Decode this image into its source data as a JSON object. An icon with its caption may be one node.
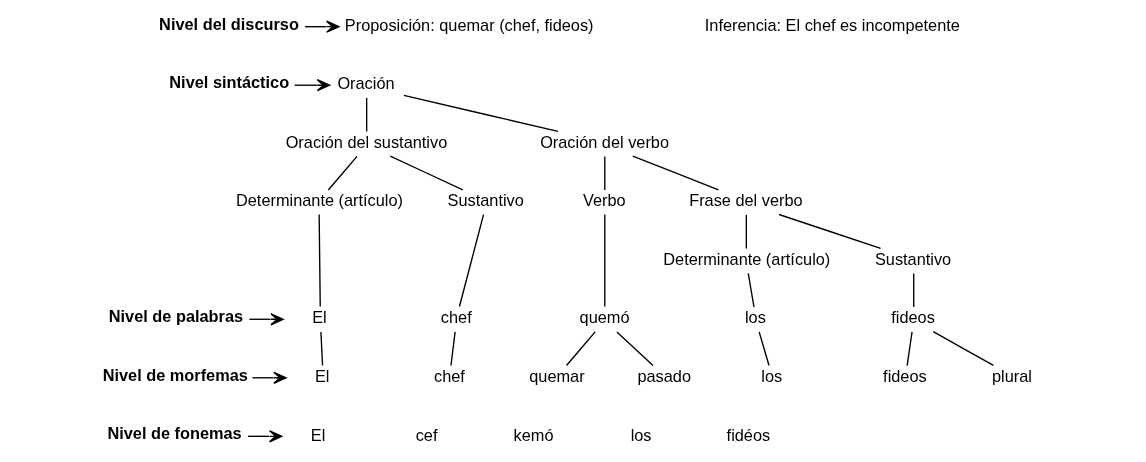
{
  "diagram": {
    "nodes": [
      {
        "text": [
          "Nivel del discurso"
        ]
      },
      {
        "text": [
          "Proposición: quemar (chef, fideos)"
        ]
      },
      {
        "text": [
          "Nivel sintáctico"
        ]
      },
      {
        "text": [
          "Oración"
        ]
      },
      {
        "text": [
          "Oración del sustantivo"
        ]
      },
      {
        "text": [
          "Oración del verbo"
        ]
      },
      {
        "text": [
          "Determinante (artículo)"
        ]
      },
      {
        "text": [
          "Sustantivo"
        ]
      },
      {
        "text": [
          "Verbo"
        ]
      },
      {
        "text": [
          "Frase del verbo"
        ]
      },
      {
        "text": [
          "Determinante (artículo)"
        ]
      },
      {
        "text": [
          "Sustantivo"
        ]
      },
      {
        "text": [
          "Nivel de palabras"
        ]
      },
      {
        "text": [
          "El"
        ]
      },
      {
        "text": [
          "chef"
        ]
      },
      {
        "text": [
          "quemó"
        ]
      },
      {
        "text": [
          "los"
        ]
      },
      {
        "text": [
          "fideos"
        ]
      },
      {
        "text": [
          "Nivel de morfemas"
        ]
      },
      {
        "text": [
          "El"
        ]
      },
      {
        "text": [
          "chef"
        ]
      },
      {
        "text": [
          "quemar"
        ]
      },
      {
        "text": [
          "pasado"
        ]
      },
      {
        "text": [
          "los"
        ]
      },
      {
        "text": [
          "fideos"
        ]
      },
      {
        "text": [
          "plural"
        ]
      },
      {
        "text": [
          "Nivel de fonemas"
        ]
      },
      {
        "text": [
          "El"
        ]
      },
      {
        "text": [
          "cef"
        ]
      },
      {
        "text": [
          "kemó"
        ]
      },
      {
        "text": [
          "los"
        ]
      },
      {
        "text": [
          "fidéos"
        ]
      }
    ],
    "edges": [
      {
        "from": 0,
        "to": 1,
        "arrow": "to"
      },
      {
        "from": 2,
        "to": 3,
        "arrow": "to"
      },
      {
        "from": 3,
        "to": 4,
        "arrow": "none"
      },
      {
        "from": 3,
        "to": 5,
        "arrow": "none"
      },
      {
        "from": 4,
        "to": 6,
        "arrow": "none"
      },
      {
        "from": 4,
        "to": 7,
        "arrow": "none"
      },
      {
        "from": 5,
        "to": 8,
        "arrow": "none"
      },
      {
        "from": 5,
        "to": 9,
        "arrow": "none"
      },
      {
        "from": 9,
        "to": 10,
        "arrow": "none"
      },
      {
        "from": 9,
        "to": 11,
        "arrow": "none"
      },
      {
        "from": 6,
        "to": 13,
        "arrow": "none"
      },
      {
        "from": 7,
        "to": 14,
        "arrow": "none"
      },
      {
        "from": 8,
        "to": 15,
        "arrow": "none"
      },
      {
        "from": 10,
        "to": 16,
        "arrow": "none"
      },
      {
        "from": 11,
        "to": 17,
        "arrow": "none"
      },
      {
        "from": 12,
        "to": 13,
        "arrow": "to"
      },
      {
        "from": 13,
        "to": 19,
        "arrow": "none"
      },
      {
        "from": 14,
        "to": 20,
        "arrow": "none"
      },
      {
        "from": 15,
        "to": 21,
        "arrow": "none"
      },
      {
        "from": 15,
        "to": 22,
        "arrow": "none"
      },
      {
        "from": 16,
        "to": 23,
        "arrow": "none"
      },
      {
        "from": 17,
        "to": 24,
        "arrow": "none"
      },
      {
        "from": 17,
        "to": 25,
        "arrow": "none"
      },
      {
        "from": 18,
        "to": 19,
        "arrow": "to"
      },
      {
        "from": 26,
        "to": 27,
        "arrow": "to"
      }
    ],
    "labels": [
      "Inferencia: El chef es incompetente"
    ]
  }
}
